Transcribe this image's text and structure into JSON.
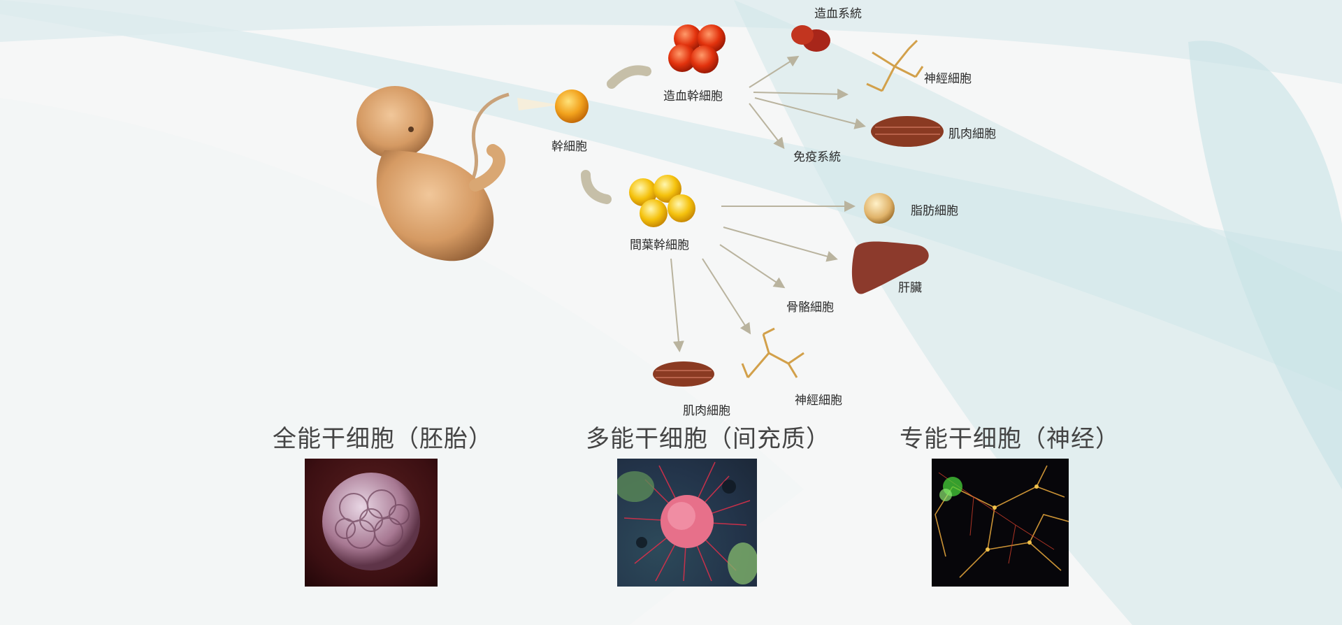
{
  "diagram": {
    "origin_label": "幹細胞",
    "branches": [
      {
        "label": "造血幹細胞",
        "targets": [
          "造血系統",
          "神經細胞",
          "肌肉細胞",
          "免疫系統"
        ]
      },
      {
        "label": "間葉幹細胞",
        "targets": [
          "脂肪細胞",
          "肝臟",
          "骨骼細胞",
          "神經細胞",
          "肌肉細胞"
        ]
      }
    ]
  },
  "categories": [
    {
      "caption": "全能干细胞（胚胎）",
      "image": "embryo-cell-cluster"
    },
    {
      "caption": "多能干细胞（间充质）",
      "image": "mesenchymal-cell-micrograph"
    },
    {
      "caption": "专能干细胞（神经）",
      "image": "neuron-network-micrograph"
    }
  ],
  "colors": {
    "background": "#f6f7f7",
    "accent_teal": "#cfe6e8",
    "arrow": "#b9b39e",
    "text": "#2b2b2b"
  }
}
